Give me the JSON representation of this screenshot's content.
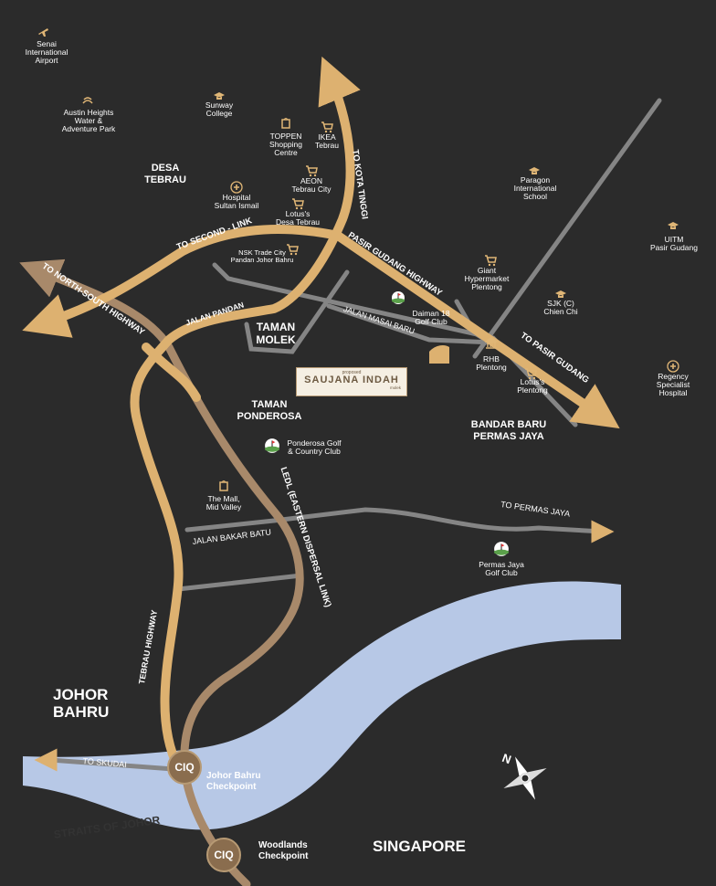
{
  "colors": {
    "background": "#2b2b2b",
    "highway": "#ddb170",
    "secondary": "#a8896a",
    "local": "#858585",
    "water": "#b7c8e6",
    "icon": "#e0b676"
  },
  "landmarks": {
    "senai": "Senai\nInternational\nAirport",
    "austin": "Austin Heights\nWater &\nAdventure Park",
    "sunway": "Sunway\nCollege",
    "toppen": "TOPPEN\nShopping\nCentre",
    "ikea": "IKEA\nTebrau",
    "aeon": "AEON\nTebrau City",
    "lotus_desa": "Lotus's\nDesa Tebrau",
    "hospital_si": "Hospital\nSultan Ismail",
    "nsk": "NSK Trade City\nPandan Johor Bahru",
    "paragon": "Paragon\nInternational\nSchool",
    "uitm": "UITM\nPasir Gudang",
    "giant": "Giant\nHypermarket\nPlentong",
    "sjk": "SJK (C)\nChien Chi",
    "daiman": "Daiman 18\nGolf Club",
    "rhb": "RHB\nPlentong",
    "lotus_plentong": "Lotus's\nPlentong",
    "regency": "Regency\nSpecialist\nHospital",
    "ponderosa_golf": "Ponderosa Golf\n& Country Club",
    "mall": "The Mall,\nMid Valley",
    "permas_golf": "Permas Jaya\nGolf Club"
  },
  "areas": {
    "desa_tebrau": "DESA\nTEBRAU",
    "taman_molek": "TAMAN\nMOLEK",
    "taman_ponderosa": "TAMAN\nPONDEROSA",
    "bandar_baru": "BANDAR BARU\nPERMAS JAYA",
    "johor_bahru": "JOHOR\nBAHRU",
    "singapore": "SINGAPORE"
  },
  "roads": {
    "to_second_link": "TO SECOND - LINK",
    "to_kota_tinggi": "TO KOTA TINGGI",
    "pasir_gudang_hwy": "PASIR GUDANG HIGHWAY",
    "to_pasir_gudang": "TO PASIR GUDANG",
    "to_north_south": "TO NORTH-SOUTH HIGHWAY",
    "jalan_pandan": "JALAN PANDAN",
    "jalan_masai_baru": "JALAN MASAI BARU",
    "ledl": "LEDL (EASTERN DISPERSAL LINK)",
    "to_permas_jaya": "TO PERMAS JAYA",
    "jalan_bakar_batu": "JALAN BAKAR BATU",
    "tebrau_highway": "TEBRAU HIGHWAY",
    "to_skudai": "TO SKUDAI",
    "straits": "STRAITS OF JOHOR"
  },
  "checkpoints": {
    "ciq": "CIQ",
    "jb": "Johor Bahru\nCheckpoint",
    "woodlands": "Woodlands\nCheckpoint"
  },
  "project": {
    "proposed": "proposed",
    "name": "SAUJANA INDAH",
    "sub": "molek"
  },
  "compass": {
    "north": "N"
  }
}
